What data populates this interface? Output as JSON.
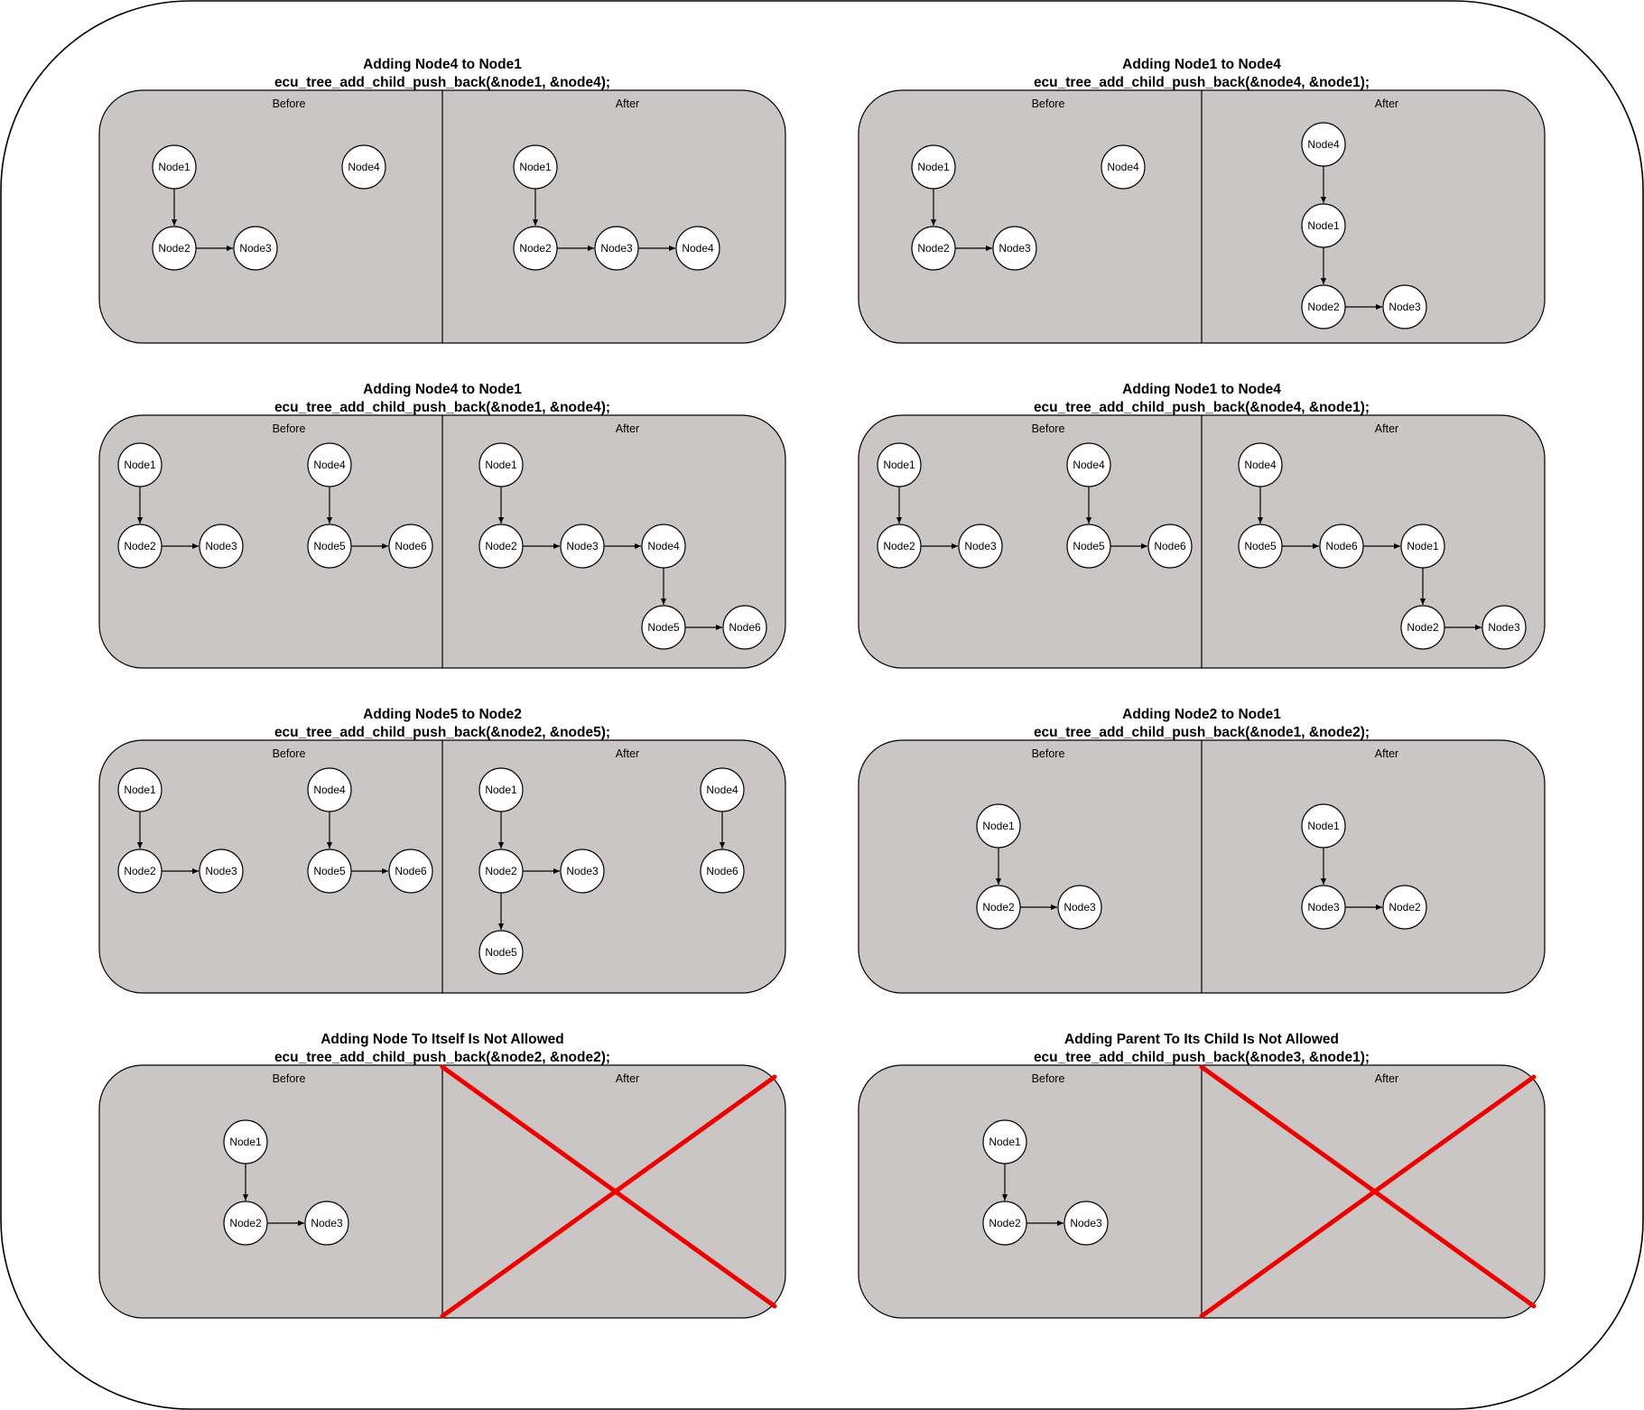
{
  "panels": [
    {
      "title": "Adding Node4 to Node1",
      "code": "ecu_tree_add_child_push_back(&node1, &node4);",
      "before_label": "Before",
      "after_label": "After",
      "before": {
        "nodes": [
          "Node1",
          "Node2",
          "Node3",
          "Node4"
        ],
        "edges": [
          [
            "Node1",
            "Node2"
          ],
          [
            "Node2",
            "Node3"
          ]
        ]
      },
      "after": {
        "nodes": [
          "Node1",
          "Node2",
          "Node3",
          "Node4"
        ],
        "edges": [
          [
            "Node1",
            "Node2"
          ],
          [
            "Node2",
            "Node3"
          ],
          [
            "Node3",
            "Node4"
          ]
        ]
      },
      "not_allowed": false
    },
    {
      "title": "Adding Node1 to Node4",
      "code": "ecu_tree_add_child_push_back(&node4, &node1);",
      "before_label": "Before",
      "after_label": "After",
      "before": {
        "nodes": [
          "Node1",
          "Node2",
          "Node3",
          "Node4"
        ],
        "edges": [
          [
            "Node1",
            "Node2"
          ],
          [
            "Node2",
            "Node3"
          ]
        ]
      },
      "after": {
        "nodes": [
          "Node4",
          "Node1",
          "Node2",
          "Node3"
        ],
        "edges": [
          [
            "Node4",
            "Node1"
          ],
          [
            "Node1",
            "Node2"
          ],
          [
            "Node2",
            "Node3"
          ]
        ]
      },
      "not_allowed": false
    },
    {
      "title": "Adding Node4 to Node1",
      "code": "ecu_tree_add_child_push_back(&node1, &node4);",
      "before_label": "Before",
      "after_label": "After",
      "before": {
        "nodes": [
          "Node1",
          "Node2",
          "Node3",
          "Node4",
          "Node5",
          "Node6"
        ],
        "edges": [
          [
            "Node1",
            "Node2"
          ],
          [
            "Node2",
            "Node3"
          ],
          [
            "Node4",
            "Node5"
          ],
          [
            "Node5",
            "Node6"
          ]
        ]
      },
      "after": {
        "nodes": [
          "Node1",
          "Node2",
          "Node3",
          "Node4",
          "Node5",
          "Node6"
        ],
        "edges": [
          [
            "Node1",
            "Node2"
          ],
          [
            "Node2",
            "Node3"
          ],
          [
            "Node3",
            "Node4"
          ],
          [
            "Node4",
            "Node5"
          ],
          [
            "Node5",
            "Node6"
          ]
        ]
      },
      "not_allowed": false
    },
    {
      "title": "Adding Node1 to Node4",
      "code": "ecu_tree_add_child_push_back(&node4, &node1);",
      "before_label": "Before",
      "after_label": "After",
      "before": {
        "nodes": [
          "Node1",
          "Node2",
          "Node3",
          "Node4",
          "Node5",
          "Node6"
        ],
        "edges": [
          [
            "Node1",
            "Node2"
          ],
          [
            "Node2",
            "Node3"
          ],
          [
            "Node4",
            "Node5"
          ],
          [
            "Node5",
            "Node6"
          ]
        ]
      },
      "after": {
        "nodes": [
          "Node4",
          "Node5",
          "Node6",
          "Node1",
          "Node2",
          "Node3"
        ],
        "edges": [
          [
            "Node4",
            "Node5"
          ],
          [
            "Node5",
            "Node6"
          ],
          [
            "Node6",
            "Node1"
          ],
          [
            "Node1",
            "Node2"
          ],
          [
            "Node2",
            "Node3"
          ]
        ]
      },
      "not_allowed": false
    },
    {
      "title": "Adding Node5 to Node2",
      "code": "ecu_tree_add_child_push_back(&node2, &node5);",
      "before_label": "Before",
      "after_label": "After",
      "before": {
        "nodes": [
          "Node1",
          "Node2",
          "Node3",
          "Node4",
          "Node5",
          "Node6"
        ],
        "edges": [
          [
            "Node1",
            "Node2"
          ],
          [
            "Node2",
            "Node3"
          ],
          [
            "Node4",
            "Node5"
          ],
          [
            "Node5",
            "Node6"
          ]
        ]
      },
      "after": {
        "nodes": [
          "Node1",
          "Node2",
          "Node3",
          "Node5",
          "Node4",
          "Node6"
        ],
        "edges": [
          [
            "Node1",
            "Node2"
          ],
          [
            "Node2",
            "Node3"
          ],
          [
            "Node2",
            "Node5"
          ],
          [
            "Node4",
            "Node6"
          ]
        ]
      },
      "not_allowed": false
    },
    {
      "title": "Adding Node2 to Node1",
      "code": "ecu_tree_add_child_push_back(&node1, &node2);",
      "before_label": "Before",
      "after_label": "After",
      "before": {
        "nodes": [
          "Node1",
          "Node2",
          "Node3"
        ],
        "edges": [
          [
            "Node1",
            "Node2"
          ],
          [
            "Node2",
            "Node3"
          ]
        ]
      },
      "after": {
        "nodes": [
          "Node1",
          "Node3",
          "Node2"
        ],
        "edges": [
          [
            "Node1",
            "Node3"
          ],
          [
            "Node3",
            "Node2"
          ]
        ]
      },
      "not_allowed": false
    },
    {
      "title": "Adding Node To Itself Is Not Allowed",
      "code": "ecu_tree_add_child_push_back(&node2, &node2);",
      "before_label": "Before",
      "after_label": "After",
      "before": {
        "nodes": [
          "Node1",
          "Node2",
          "Node3"
        ],
        "edges": [
          [
            "Node1",
            "Node2"
          ],
          [
            "Node2",
            "Node3"
          ]
        ]
      },
      "after": {
        "nodes": [],
        "edges": []
      },
      "not_allowed": true
    },
    {
      "title": "Adding Parent To Its Child Is Not Allowed",
      "code": "ecu_tree_add_child_push_back(&node3, &node1);",
      "before_label": "Before",
      "after_label": "After",
      "before": {
        "nodes": [
          "Node1",
          "Node2",
          "Node3"
        ],
        "edges": [
          [
            "Node1",
            "Node2"
          ],
          [
            "Node2",
            "Node3"
          ]
        ]
      },
      "after": {
        "nodes": [],
        "edges": []
      },
      "not_allowed": true
    }
  ],
  "colors": {
    "panel_fill": "#cac6c5",
    "node_fill": "#ffffff",
    "stroke": "#000000",
    "cross": "#ee0000"
  }
}
